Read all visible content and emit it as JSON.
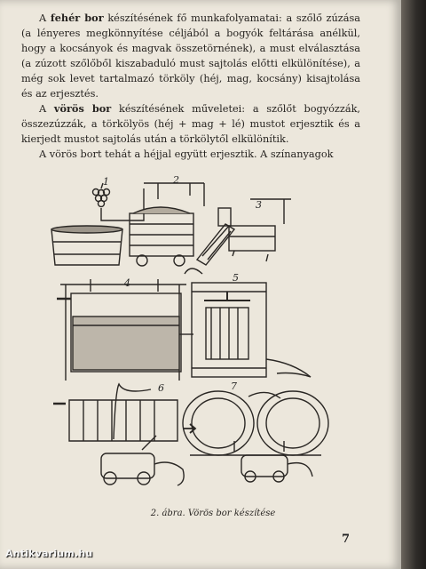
{
  "paragraph1": {
    "lead": "A ",
    "term": "fehér bor",
    "rest": " készítésének fő munkafolyamatai: a szőlő zúzása (a lényeres megkönnyítése céljából a bogyók feltárása anélkül, hogy a kocsányok és magvak összetörnének), a must elválasztása (a zúzott szőlőből kiszabaduló must sajtolás előtti elkülönítése), a még sok levet tartalmazó törköly (héj, mag, kocsány) kisajtolása és az erjesztés."
  },
  "paragraph2": {
    "lead": "A ",
    "term": "vörös bor",
    "rest": " készítésének műveletei: a szőlőt bogyózzák, összezúzzák, a törkölyös (héj + mag + lé) mustot erjesztik és a kierjedt mustot sajtolás után a törkölytől elkülönítik."
  },
  "paragraph3": {
    "text": "A vörös bort tehát a héjjal együtt erjesztik. A színanyagok"
  },
  "figure": {
    "labels": [
      "1",
      "2",
      "3",
      "4",
      "5",
      "6",
      "7"
    ]
  },
  "caption": "2. ábra. Vörös bor készítése",
  "page_number": "7",
  "watermark": "Antikvarium.hu"
}
